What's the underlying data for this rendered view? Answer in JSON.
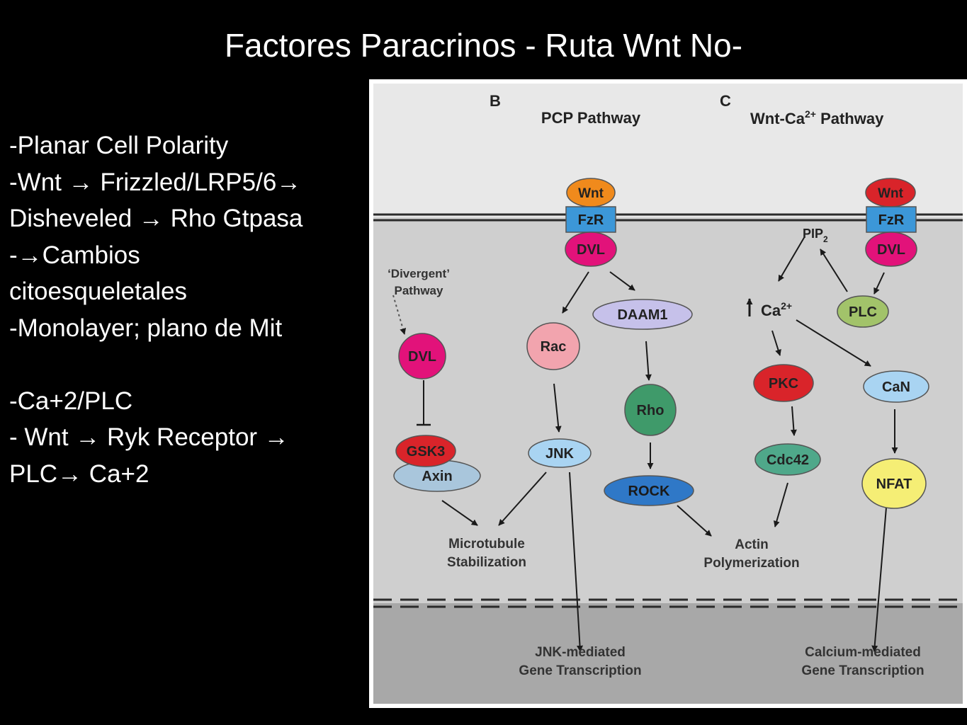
{
  "slide": {
    "title": "Factores Paracrinos  - Ruta Wnt No-",
    "bullets": [
      "-Planar Cell Polarity",
      "-Wnt → Frizzled/LRP5/6→",
      "Disheveled → Rho Gtpasa",
      "-→Cambios",
      "citoesqueletales",
      "-Monolayer; plano de Mit",
      "",
      "-Ca+2/PLC",
      "- Wnt → Ryk Receptor →",
      "PLC→ Ca+2"
    ]
  },
  "figure": {
    "panel_b_letter": "B",
    "panel_c_letter": "C",
    "pcp_title": "PCP Pathway",
    "ca_title_main": "Wnt-Ca",
    "ca_title_sup": "2+",
    "ca_title_end": " Pathway",
    "divergent_line1": "‘Divergent’",
    "divergent_line2": "Pathway",
    "pip_main": "PIP",
    "pip_sub": "2",
    "ca_main": "Ca",
    "ca_sup": "2+",
    "nodes": {
      "wnt_b": "Wnt",
      "fzr_b": "FzR",
      "dvl_b": "DVL",
      "dvl_div": "DVL",
      "gsk3": "GSK3",
      "axin": "Axin",
      "rac": "Rac",
      "jnk": "JNK",
      "daam1": "DAAM1",
      "rho": "Rho",
      "rock": "ROCK",
      "wnt_c": "Wnt",
      "fzr_c": "FzR",
      "dvl_c": "DVL",
      "plc": "PLC",
      "pkc": "PKC",
      "cdc42": "Cdc42",
      "can": "CaN",
      "nfat": "NFAT"
    },
    "outputs": {
      "micro_1": "Microtubule",
      "micro_2": "Stabilization",
      "actin_1": "Actin",
      "actin_2": "Polymerization",
      "jnk_gene_1": "JNK-mediated",
      "jnk_gene_2": "Gene Transcription",
      "ca_gene_1": "Calcium-mediated",
      "ca_gene_2": "Gene Transcription"
    },
    "colors": {
      "wnt": "#f08a1c",
      "fzr": "#3c97d8",
      "dvl": "#e2127a",
      "gsk3": "#d9242a",
      "axin": "#a9c6dc",
      "rac": "#f2a4ae",
      "jnk": "#a9d4f2",
      "daam1": "#c6c1ea",
      "rho": "#3f9a6a",
      "rock": "#2f78c7",
      "wnt_c": "#d9242a",
      "plc": "#a2c36a",
      "pkc": "#d9242a",
      "cdc42": "#4fa88a",
      "can": "#a9d4f2",
      "nfat": "#f5ee75"
    }
  }
}
